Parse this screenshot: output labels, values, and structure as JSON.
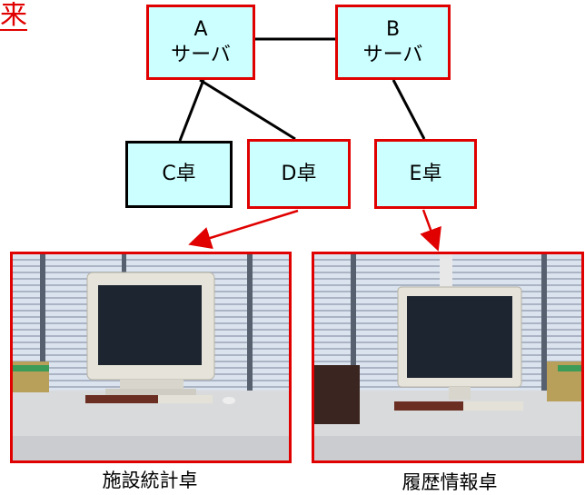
{
  "corner_text": "来",
  "nodes": {
    "a": {
      "line1": "A",
      "line2": "サーバ"
    },
    "b": {
      "line1": "B",
      "line2": "サーバ"
    },
    "c": {
      "label": "C卓"
    },
    "d": {
      "label": "D卓"
    },
    "e": {
      "label": "E卓"
    }
  },
  "captions": {
    "left": "施設統計卓",
    "right": "履歴情報卓"
  },
  "colors": {
    "node_fill": "#ccffff",
    "accent_red": "#e00000"
  }
}
